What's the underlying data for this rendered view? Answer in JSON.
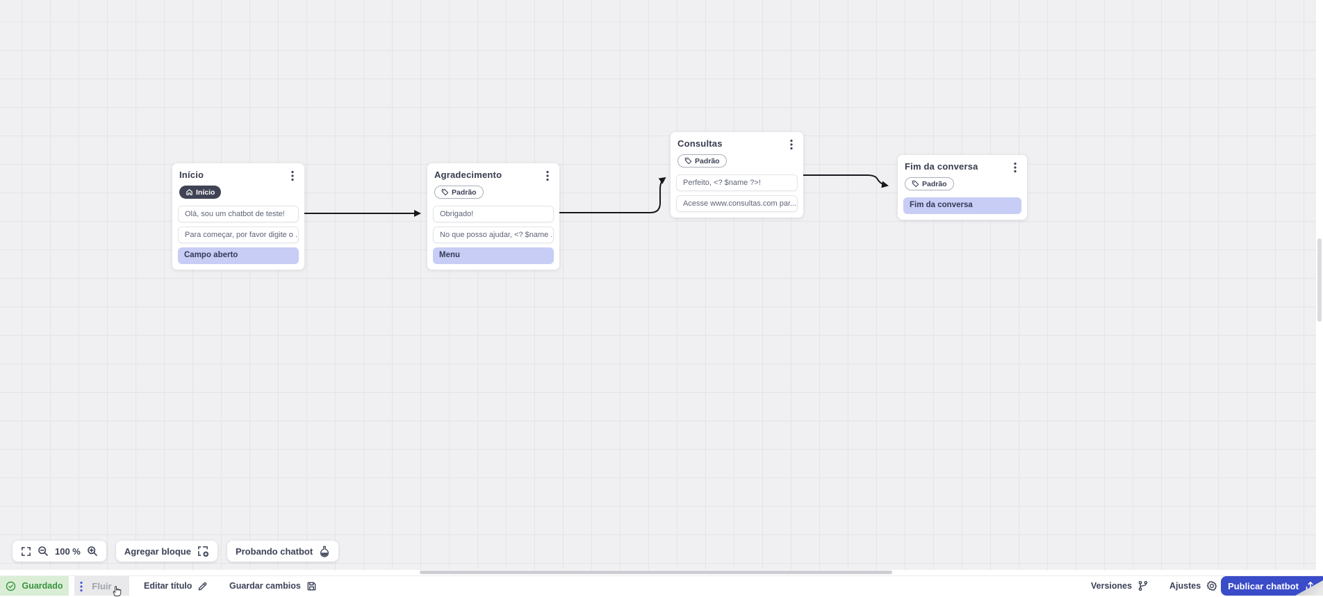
{
  "canvas": {
    "nodes": [
      {
        "title": "Início",
        "badge": {
          "icon": "home-icon",
          "label": "Início",
          "variant": "dark"
        },
        "rows": [
          {
            "text": "Olá, sou um chatbot de teste!",
            "variant": "message"
          },
          {
            "text": "Para começar, por favor digite o ...",
            "variant": "message"
          },
          {
            "text": "Campo aberto",
            "variant": "action"
          }
        ]
      },
      {
        "title": "Agradecimento",
        "badge": {
          "icon": "tag-icon",
          "label": "Padrão",
          "variant": "outline"
        },
        "rows": [
          {
            "text": "Obrigado!",
            "variant": "message"
          },
          {
            "text": "No que posso ajudar, <? $name ...",
            "variant": "message"
          },
          {
            "text": "Menu",
            "variant": "action"
          }
        ]
      },
      {
        "title": "Consultas",
        "badge": {
          "icon": "tag-icon",
          "label": "Padrão",
          "variant": "outline"
        },
        "rows": [
          {
            "text": "Perfeito, <? $name ?>!",
            "variant": "message"
          },
          {
            "text": "Acesse www.consultas.com par...",
            "variant": "message"
          }
        ]
      },
      {
        "title": "Fim da conversa",
        "badge": {
          "icon": "tag-icon",
          "label": "Padrão",
          "variant": "outline"
        },
        "rows": [
          {
            "text": "Fim da conversa",
            "variant": "action"
          }
        ]
      }
    ],
    "connections": [
      {
        "from": "Início",
        "to": "Agradecimento"
      },
      {
        "from": "Agradecimento",
        "to": "Consultas"
      },
      {
        "from": "Consultas",
        "to": "Fim da conversa"
      }
    ]
  },
  "controls": {
    "zoom_level": "100 %",
    "add_block": "Agregar bloque",
    "test_chatbot": "Probando chatbot"
  },
  "statusbar": {
    "saved": "Guardado",
    "flow_tab": "Fluir",
    "edit_title": "Editar título",
    "save_changes": "Guardar cambios",
    "versions": "Versiones",
    "settings": "Ajustes",
    "publish": "Publicar chatbot"
  },
  "colors": {
    "accent_blue": "#3a4cc8",
    "action_purple": "#c7cdf4",
    "saved_green_bg": "#d9eed5",
    "saved_green_text": "#3a9340",
    "badge_dark_bg": "#3f4354",
    "arrow": "#17181d",
    "canvas_bg": "#f0f0f2"
  }
}
